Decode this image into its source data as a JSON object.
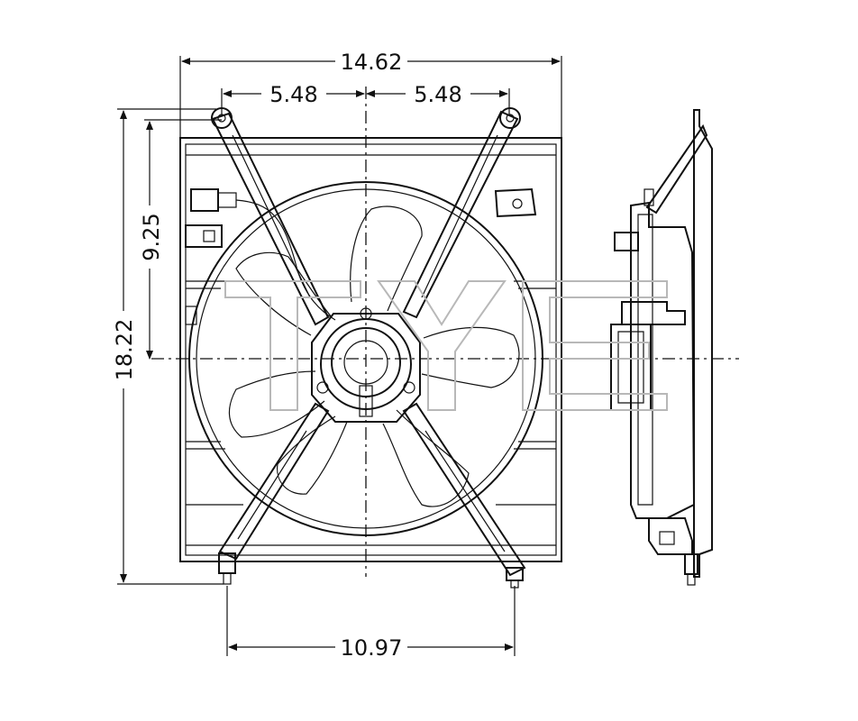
{
  "dimensions": {
    "overall_width": "14.62",
    "left_offset": "5.48",
    "right_offset": "5.48",
    "upper_height": "9.25",
    "overall_height": "18.22",
    "bottom_span": "10.97"
  },
  "colors": {
    "line": "#111111",
    "background": "#ffffff",
    "watermark": "#b8b8b8"
  }
}
